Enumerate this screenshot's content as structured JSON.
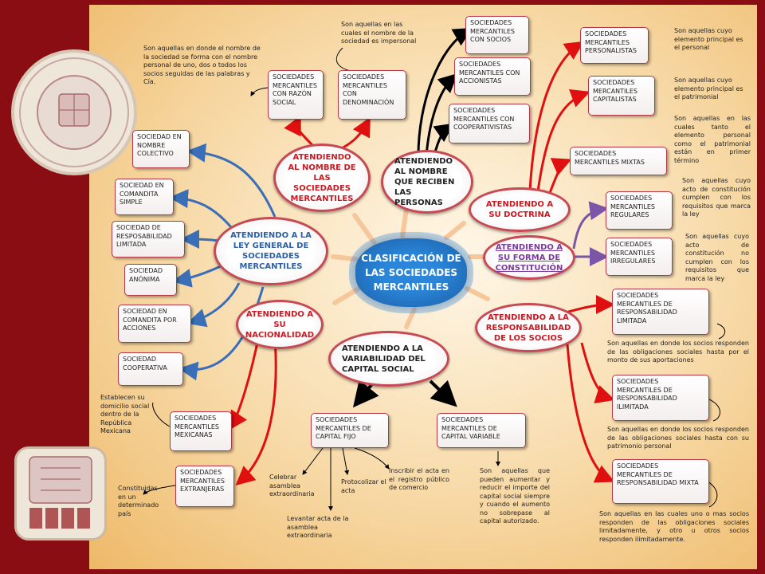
{
  "center": "CLASIFICACIÓN DE LAS SOCIEDADES MERCANTILES",
  "ovals": {
    "nombre_sociedad": "ATENDIENDO AL NOMBRE DE LAS SOCIEDADES MERCANTILES",
    "nombre_personas": "ATENDIENDO AL NOMBRE QUE RECIBEN LAS PERSONAS",
    "doctrina": "ATENDIENDO A SU DOCTRINA",
    "forma": "ATENDIENDO A SU FORMA DE CONSTITUCIÓN",
    "responsabilidad": "ATENDIENDO A LA RESPONSABILIDAD DE LOS SOCIOS",
    "capital": "ATENDIENDO A LA VARIABILIDAD DEL CAPITAL SOCIAL",
    "nacionalidad": "ATENDIENDO A SU NACIONALIDAD",
    "ley": "ATENDIENDO A LA LEY GENERAL DE SOCIEDADES MERCANTILES"
  },
  "boxes": {
    "razon_social": "SOCIEDADES MERCANTILES CON RAZÓN SOCIAL",
    "denominacion": "SOCIEDADES MERCANTILES CON DENOMINACIÓN",
    "socios": "SOCIEDADES MERCANTILES CON SOCIOS",
    "accionistas": "SOCIEDADES MERCANTILES CON ACCIONISTAS",
    "cooperativistas": "SOCIEDADES MERCANTILES CON COOPERATIVISTAS",
    "personalistas": "SOCIEDADES MERCANTILES PERSONALISTAS",
    "capitalistas": "SOCIEDADES MERCANTILES CAPITALISTAS",
    "mixtas": "SOCIEDADES MERCANTILES MIXTAS",
    "regulares": "SOCIEDADES MERCANTILES REGULARES",
    "irregulares": "SOCIEDADES MERCANTILES IRREGULARES",
    "resp_limitada": "SOCIEDADES MERCANTILES DE RESPONSABILIDAD LIMITADA",
    "resp_ilimitada": "SOCIEDADES MERCANTILES DE RESPONSABILIDAD ILIMITADA",
    "resp_mixta": "SOCIEDADES MERCANTILES DE RESPONSABILIDAD MIXTA",
    "capital_fijo": "SOCIEDADES MERCANTILES DE CAPITAL FIJO",
    "capital_variable": "SOCIEDADES MERCANTILES DE CAPITAL VARIABLE",
    "mexicanas": "SOCIEDADES MERCANTILES MEXICANAS",
    "extranjeras": "SOCIEDADES MERCANTILES EXTRANJERAS",
    "nombre_colectivo": "SOCIEDAD EN NOMBRE COLECTIVO",
    "comandita_simple": "SOCIEDAD EN COMANDITA SIMPLE",
    "resp_limitada_ley": "SOCIEDAD DE RESPOSABILIDAD LIMITADA",
    "anonima": "SOCIEDAD ANÓNIMA",
    "comandita_acciones": "SOCIEDAD EN COMANDITA POR ACCIONES",
    "cooperativa": "SOCIEDAD COOPERATIVA"
  },
  "notes": {
    "razon_social": "Son aquellas en donde el nombre de la sociedad se forma con el nombre personal de uno, dos o todos los socios seguidas de las palabras y Cía.",
    "denominacion": "Son aquellas en las cuales el nombre de la sociedad es impersonal",
    "personalistas": "Son aquellas cuyo elemento principal es el personal",
    "capitalistas": "Son aquellas cuyo elemento principal es el patrimonial",
    "mixtas": "Son aquellas en las cuales tanto el elemento personal como el patrimonial están en primer término",
    "regulares": "Son aquellas cuyo acto de constitución cumplen con los requisitos que marca la ley",
    "irregulares": "Son aquellas cuyo acto de constitución no cumplen con los requisitos que marca la ley",
    "limitada": "Son aquellas en donde los socios responden de las obligaciones sociales hasta por el monto de sus aportaciones",
    "ilimitada": "Son aquellas en donde los socios responden de las obligaciones sociales hasta con su patrimonio personal",
    "mixta": "Son aquellas en las cuales uno o mas socios responden de las obligaciones sociales limitadamente, y otro u otros socios responden ilimitadamente.",
    "mexicanas": "Establecen su domicilio social dentro de la República Mexicana",
    "extranjeras": "Constituidas en un determinado país",
    "celebrar": "Celebrar asamblea extraordinaria",
    "levantar": "Levantar acta de la asamblea extraordinaria",
    "protocolizar": "Protocolizar el acta",
    "inscribir": "Inscribir el acta en el registro público de comercio",
    "capital_variable": "Son aquellas que pueden aumentar y reducir el importe del capital social siempre y cuando el aumento no sobrepase al capital autorizado."
  },
  "colors": {
    "frame": "#8a0d14",
    "red_arrow": "#e01010",
    "blue_arrow": "#3a6fb8",
    "purple_arrow": "#7b55a8",
    "black_arrow": "#000000",
    "center_blue": "#1f6fc0"
  },
  "icons": {
    "top_logo": "university-seal-icon",
    "bottom_logo": "icea-seal-icon"
  }
}
